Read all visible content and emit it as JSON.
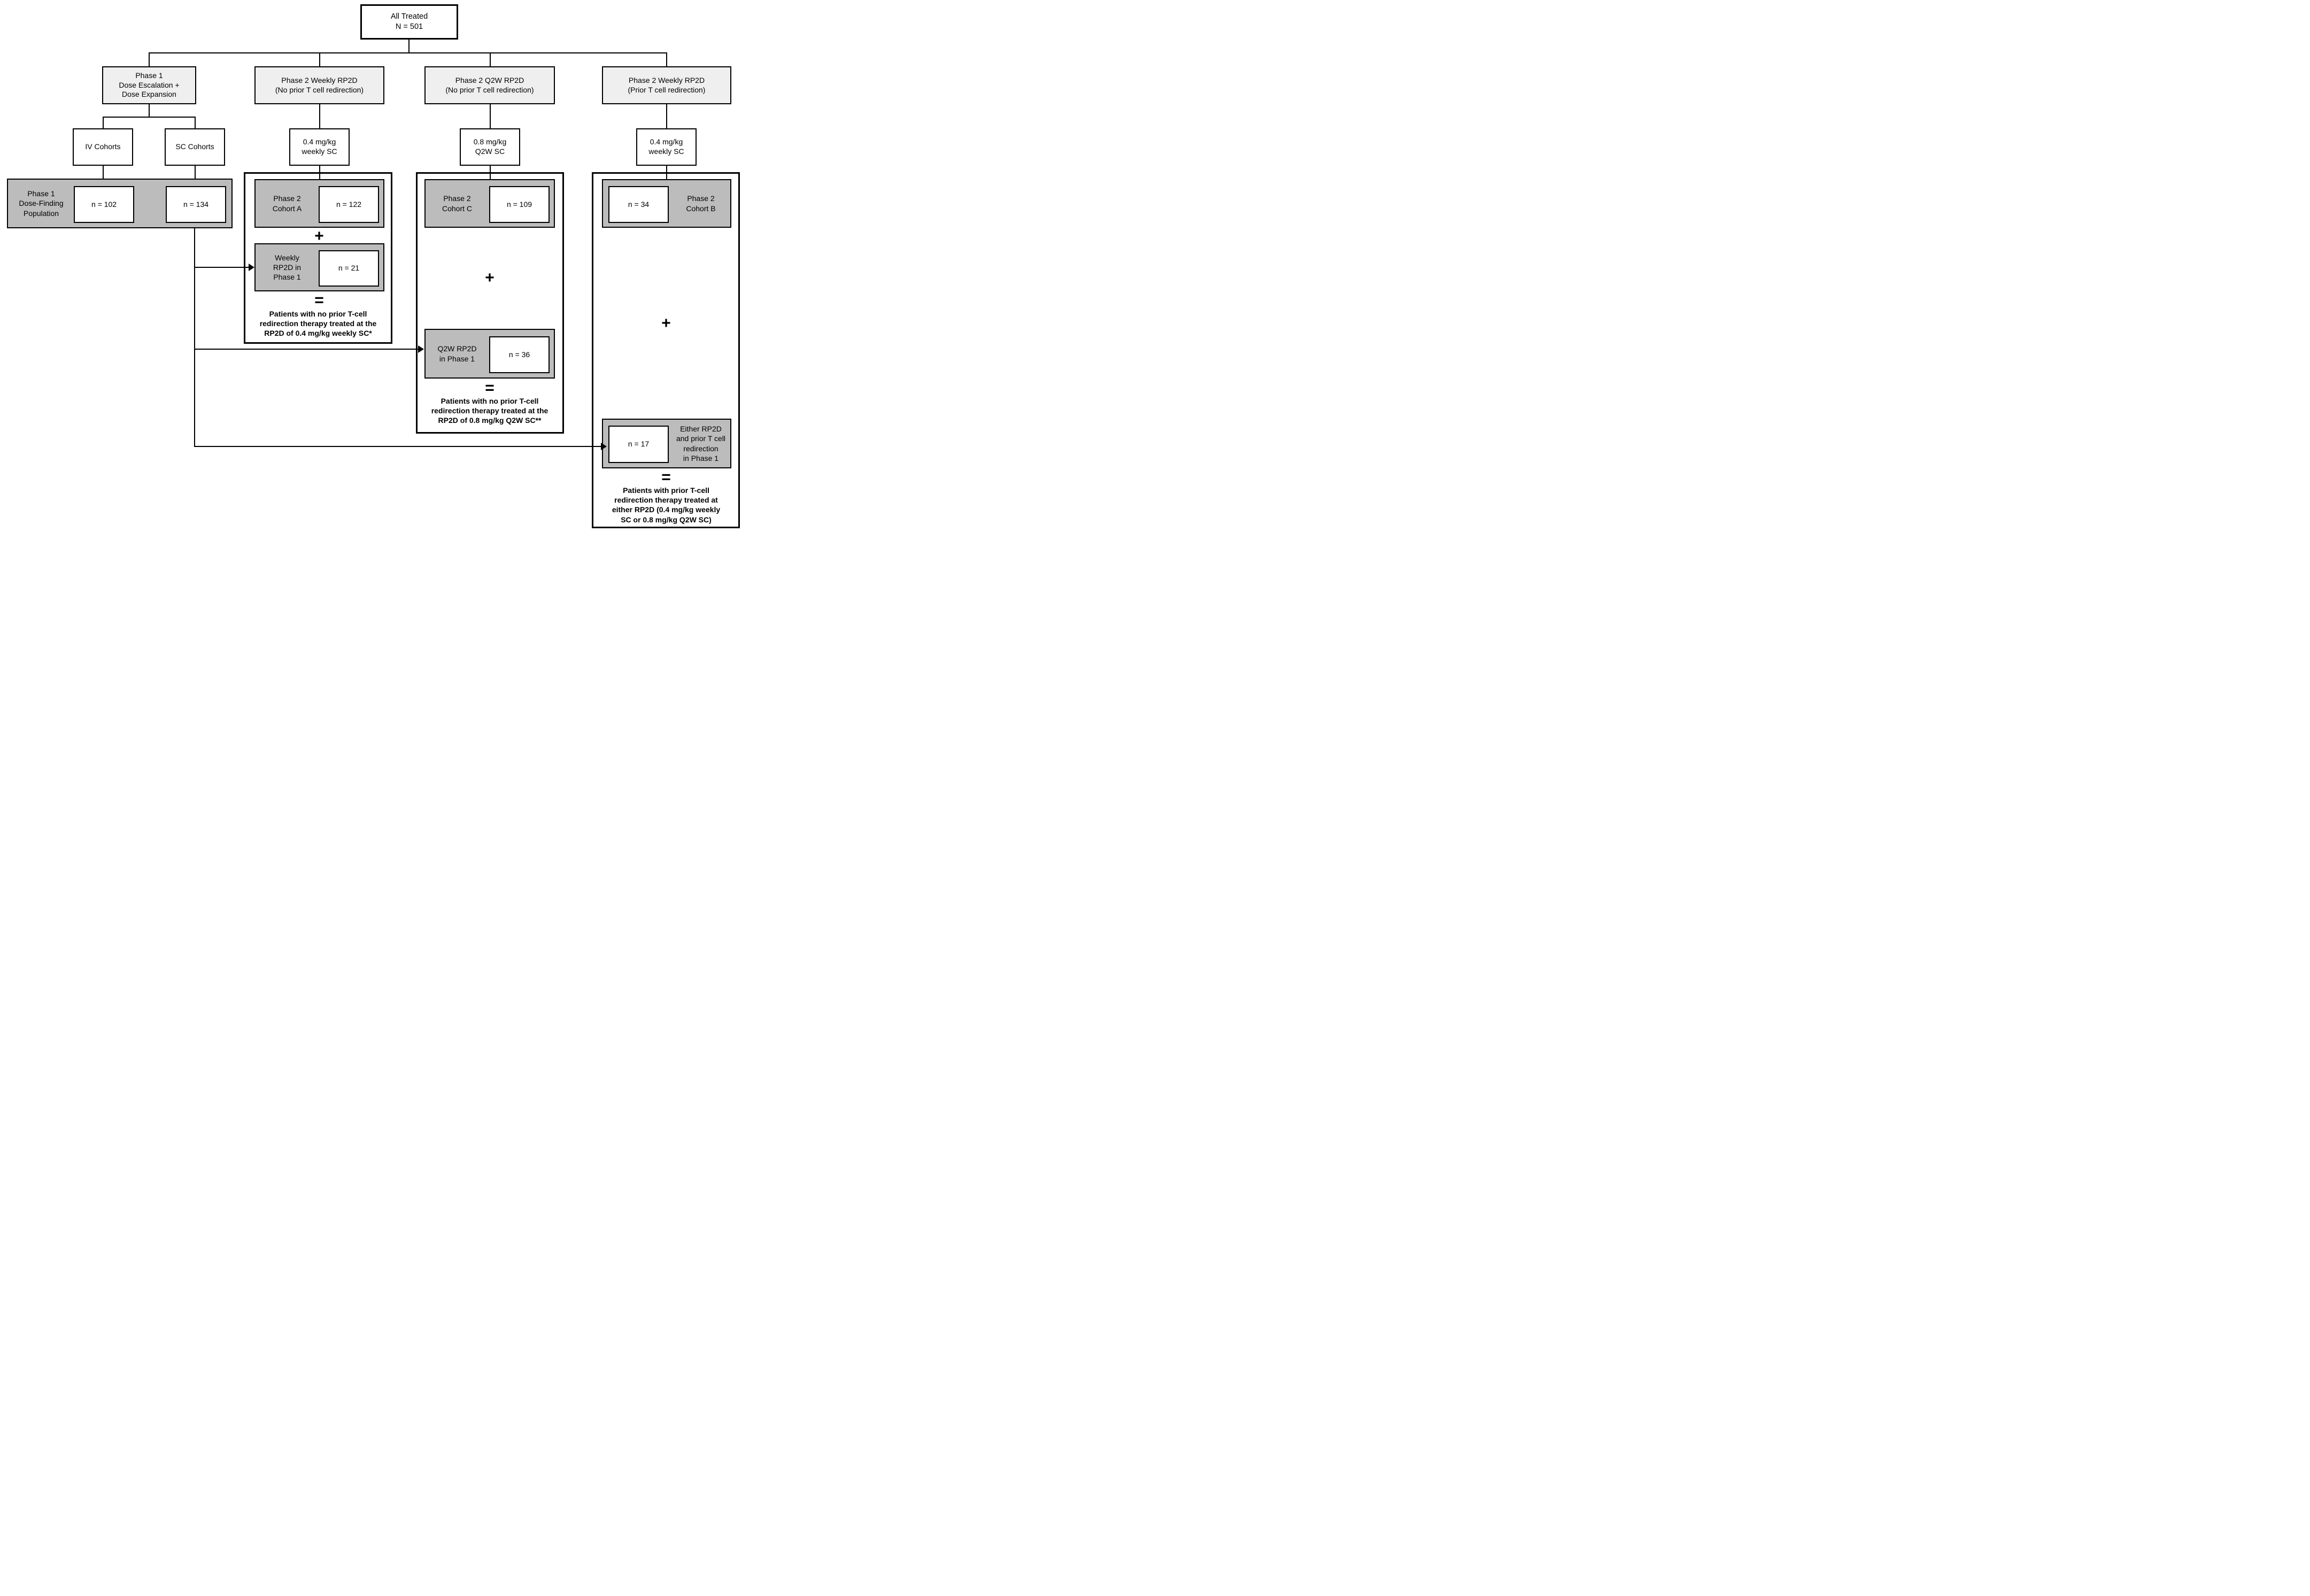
{
  "colors": {
    "box_fill_gray": "#bcbcbc",
    "header_fill": "#efefef",
    "line_color": "#000000",
    "page_bg": "#ffffff"
  },
  "operators": {
    "plus": "+",
    "equals": "="
  },
  "title_box": {
    "line1": "All Treated",
    "line2": "N = 501"
  },
  "col1": {
    "header": {
      "line1": "Phase 1",
      "line2": "Dose Escalation +",
      "line3": "Dose Expansion"
    },
    "iv_label": "IV Cohorts",
    "sc_label": "SC Cohorts",
    "population": {
      "line1": "Phase 1",
      "line2": "Dose-Finding",
      "line3": "Population",
      "iv_n": "n = 102",
      "sc_n": "n = 134"
    }
  },
  "col2": {
    "header": {
      "line1": "Phase 2 Weekly RP2D",
      "line2": "(No prior T cell redirection)"
    },
    "dose": {
      "line1": "0.4 mg/kg",
      "line2": "weekly SC"
    },
    "cohort": {
      "line1": "Phase 2",
      "line2": "Cohort A",
      "n": "n = 122"
    },
    "rp2d": {
      "line1": "Weekly",
      "line2": "RP2D in",
      "line3": "Phase 1",
      "n": "n = 21"
    },
    "result": {
      "line1": "Patients with no prior T-cell",
      "line2": "redirection therapy treated at the",
      "line3": "RP2D of 0.4 mg/kg weekly SC*"
    }
  },
  "col3": {
    "header": {
      "line1": "Phase 2 Q2W RP2D",
      "line2": "(No prior T cell redirection)"
    },
    "dose": {
      "line1": "0.8 mg/kg",
      "line2": "Q2W SC"
    },
    "cohort": {
      "line1": "Phase 2",
      "line2": "Cohort C",
      "n": "n = 109"
    },
    "rp2d": {
      "line1": "Q2W RP2D",
      "line2": "in Phase 1",
      "n": "n = 36"
    },
    "result": {
      "line1": "Patients with no prior T-cell",
      "line2": "redirection therapy treated at the",
      "line3": "RP2D of 0.8 mg/kg Q2W SC**"
    }
  },
  "col4": {
    "header": {
      "line1": "Phase 2 Weekly RP2D",
      "line2": "(Prior T cell redirection)"
    },
    "dose": {
      "line1": "0.4 mg/kg",
      "line2": "weekly SC"
    },
    "cohort": {
      "line1": "Phase 2",
      "line2": "Cohort B",
      "n": "n = 34"
    },
    "rp2d": {
      "line1": "Either RP2D",
      "line2": "and prior T cell",
      "line3": "redirection",
      "line4": "in Phase 1",
      "n": "n = 17"
    },
    "result": {
      "line1": "Patients with prior T-cell",
      "line2": "redirection therapy treated at",
      "line3": "either RP2D (0.4 mg/kg weekly",
      "line4": "SC or 0.8 mg/kg Q2W SC)"
    }
  }
}
